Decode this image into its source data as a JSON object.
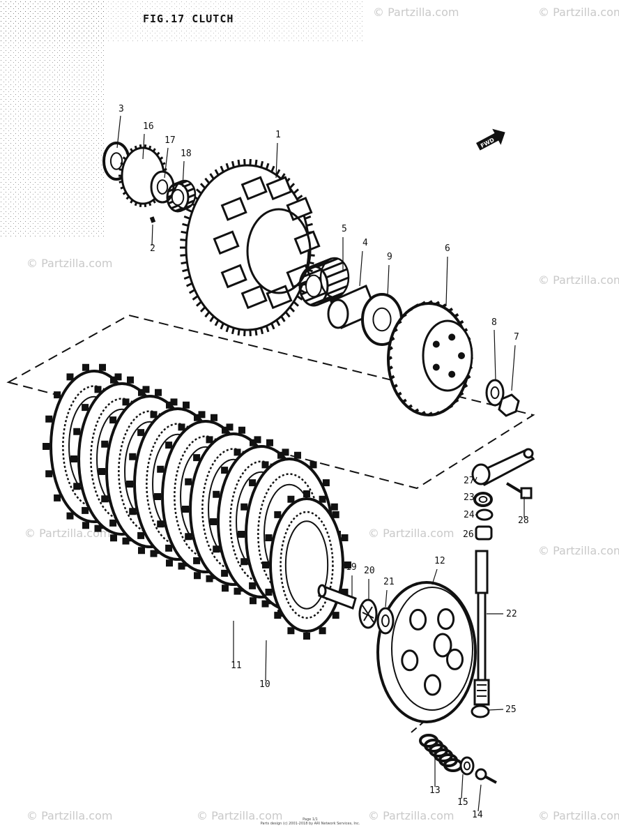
{
  "title": "FIG.17  CLUTCH",
  "fwd_label": "FWD",
  "watermark": "© Partzilla.com",
  "footer": [
    "Page 1/1",
    "Parts design (c) 2001-2018 by ARI Network Services, Inc."
  ],
  "callouts": [
    "1",
    "2",
    "3",
    "4",
    "5",
    "6",
    "7",
    "8",
    "9",
    "10",
    "11",
    "12",
    "13",
    "14",
    "15",
    "16",
    "17",
    "18",
    "19",
    "20",
    "21",
    "22",
    "23",
    "24",
    "25",
    "26",
    "27",
    "28"
  ]
}
